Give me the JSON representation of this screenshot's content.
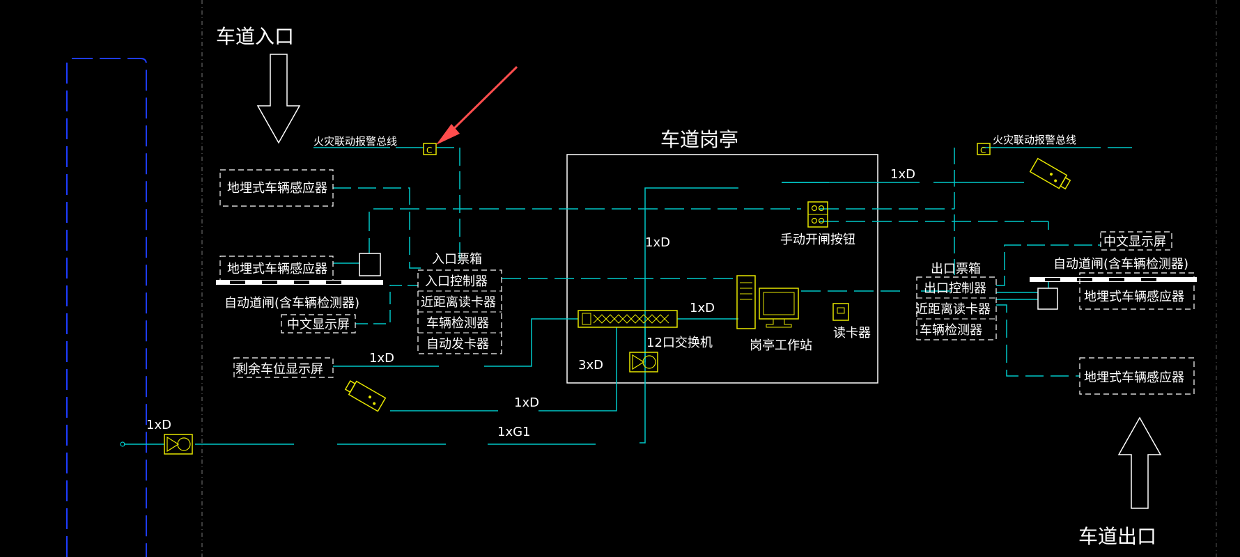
{
  "labels": {
    "entrance": "车道入口",
    "exit": "车道出口",
    "booth": "车道岗亭",
    "fire_bus_left": "火灾联动报警总线",
    "fire_bus_right": "火灾联动报警总线",
    "sensor_l1": "地埋式车辆感应器",
    "sensor_l2": "地埋式车辆感应器",
    "gate_left": "自动道闸(含车辆检测器)",
    "display_left": "中文显示屏",
    "spaces_display": "剩余车位显示屏",
    "entry_box_title": "入口票箱",
    "entry_box_items": [
      "入口控制器",
      "近距离读卡器",
      "车辆检测器",
      "自动发卡器"
    ],
    "exit_box_title": "出口票箱",
    "exit_box_items": [
      "出口控制器",
      "近距离读卡器",
      "车辆检测器"
    ],
    "manual_button": "手动开闸按钮",
    "switch": "12口交换机",
    "workstation": "岗亭工作站",
    "card_reader": "读卡器",
    "display_right": "中文显示屏",
    "gate_right": "自动道闸(含车辆检测器)",
    "sensor_r1": "地埋式车辆感应器",
    "sensor_r2": "地埋式车辆感应器"
  },
  "cables": {
    "c_top_right": "1xD",
    "c_booth_v": "1xD",
    "c_switch_ws": "1xD",
    "c_booth_3": "3xD",
    "c_spaces": "1xD",
    "c_camera": "1xD",
    "c_left": "1xD",
    "c_fiber": "1xG1"
  },
  "colors": {
    "background": "#000000",
    "cyan": "#00c8c8",
    "yellow": "#e6e600",
    "white": "#ffffff",
    "blue": "#1e3cff",
    "red": "#ff4d4d"
  }
}
